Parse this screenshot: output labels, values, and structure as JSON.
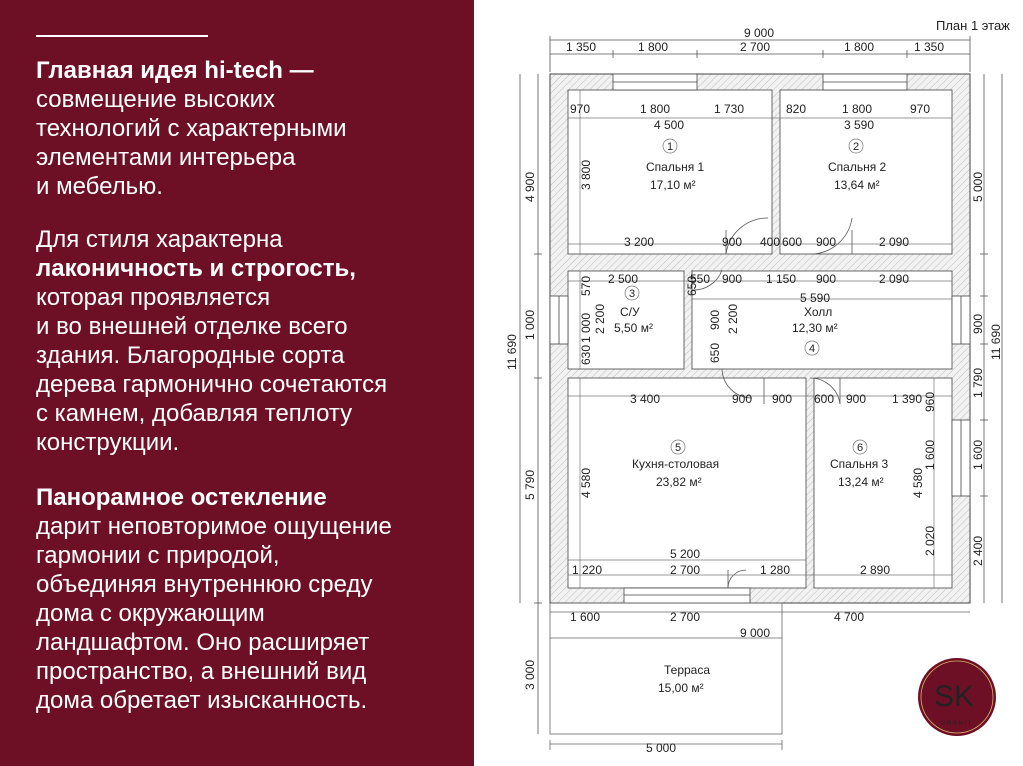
{
  "panel": {
    "p1": {
      "bold": "Главная идея hi-tech —",
      "lines": [
        "совмещение высоких",
        "технологий с характерными",
        "элементами интерьера",
        "и мебелью."
      ]
    },
    "p2": {
      "lines_before": [
        "Для стиля характерна"
      ],
      "bold": "лаконичность и строгость,",
      "lines_after": [
        "которая проявляется",
        "и во внешней отделке всего",
        "здания. Благородные сорта",
        "дерева гармонично сочетаются",
        "с камнем, добавляя теплоту",
        "конструкции."
      ]
    },
    "p3": {
      "bold": "Панорамное остекление",
      "lines": [
        "дарит неповторимое ощущение",
        "гармонии с природой,",
        "объединяя внутреннюю среду",
        "дома с окружающим",
        "ландшафтом. Оно расширяет",
        "пространство, а внешний вид",
        "дома обретает изысканность."
      ]
    }
  },
  "plan": {
    "title": "План 1 этаж",
    "rooms": [
      {
        "num": "1",
        "name": "Спальня 1",
        "area": "17,10 м²"
      },
      {
        "num": "2",
        "name": "Спальня 2",
        "area": "13,64 м²"
      },
      {
        "num": "3",
        "name": "С/У",
        "area": "5,50 м²"
      },
      {
        "num": "4",
        "name": "Холл",
        "area": "12,30 м²"
      },
      {
        "num": "5",
        "name": "Кухня-столовая",
        "area": "23,82 м²"
      },
      {
        "num": "6",
        "name": "Спальня 3",
        "area": "13,24 м²"
      },
      {
        "num": "",
        "name": "Терраса",
        "area": "15,00 м²"
      }
    ],
    "dims": {
      "top_total": "9 000",
      "top_segments": [
        "1 350",
        "1 800",
        "2 700",
        "1 800",
        "1 350"
      ],
      "r1": [
        "970",
        "1 800",
        "1 730",
        "820",
        "1 800",
        "970"
      ],
      "r2": [
        "4 500",
        "3 590"
      ],
      "r3": [
        "3 200",
        "900",
        "400",
        "600",
        "900",
        "2 090"
      ],
      "r4": [
        "2 500",
        "550",
        "900",
        "1 150",
        "900",
        "2 090"
      ],
      "r5": "5 590",
      "r6": [
        "3 400",
        "900",
        "900",
        "600",
        "900",
        "1 390"
      ],
      "r7": "5 200",
      "r8": [
        "1 220",
        "2 700",
        "1 280",
        "2 890"
      ],
      "r9": [
        "1 600",
        "2 700",
        "4 700"
      ],
      "r10": "9 000",
      "bottom": "5 000",
      "left_outer": [
        "4 900",
        "1 000",
        "5 790",
        "3 000"
      ],
      "left_total": "11 690",
      "left_inner": [
        "3 800",
        "570",
        "1 000",
        "630",
        "4 580"
      ],
      "su_inner": [
        "2 200"
      ],
      "hall_inner": [
        "650",
        "900",
        "650",
        "2 200"
      ],
      "right_outer": [
        "5 000",
        "900",
        "1 790",
        "1 600",
        "2 400"
      ],
      "right_total": "11 690",
      "right_inner": [
        "960",
        "1 600",
        "2 020",
        "4 580"
      ]
    },
    "logo": {
      "letters": "SK",
      "sub": "GRANIT"
    }
  }
}
